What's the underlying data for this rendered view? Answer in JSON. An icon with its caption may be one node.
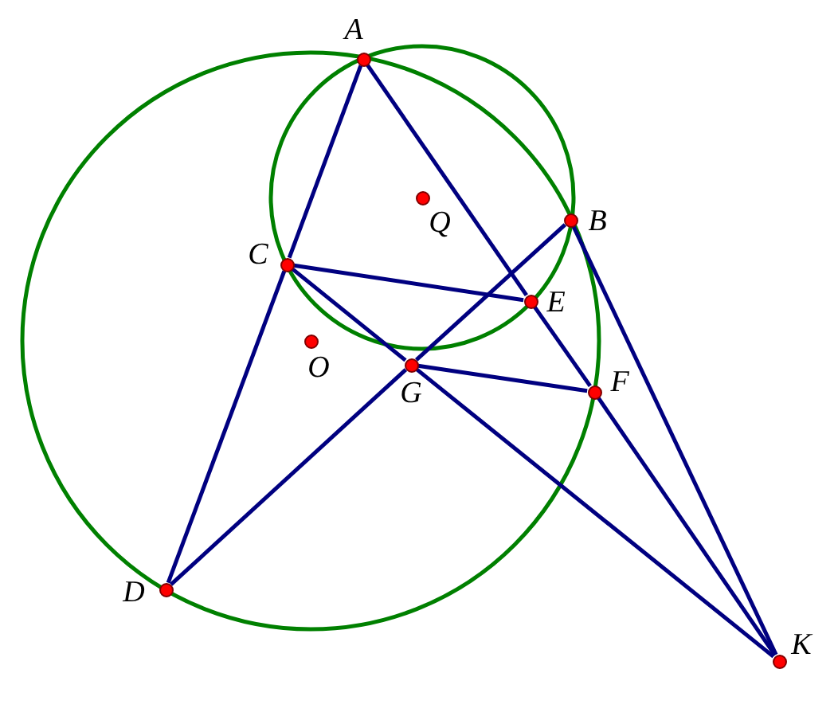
{
  "diagram": {
    "nodes": [
      {
        "text": [],
        "shape": "circle"
      },
      {
        "text": [],
        "shape": "circle"
      },
      {
        "text": [],
        "shape": "circle"
      },
      {
        "text": [],
        "shape": "circle"
      },
      {
        "text": [],
        "shape": "circle"
      },
      {
        "text": [],
        "shape": "circle"
      },
      {
        "text": [],
        "shape": "circle"
      },
      {
        "text": [],
        "shape": "circle"
      },
      {
        "text": [],
        "shape": "circle"
      },
      {
        "text": [],
        "shape": "circle"
      }
    ],
    "edges": [
      {
        "from": 0,
        "to": 3,
        "arrow": "none"
      },
      {
        "from": 3,
        "to": 8,
        "arrow": "none"
      },
      {
        "from": 0,
        "to": 4,
        "arrow": "none"
      },
      {
        "from": 4,
        "to": 7,
        "arrow": "none"
      },
      {
        "from": 7,
        "to": 9,
        "arrow": "none"
      },
      {
        "from": 2,
        "to": 9,
        "arrow": "none"
      },
      {
        "from": 3,
        "to": 4,
        "arrow": "none"
      },
      {
        "from": 3,
        "to": 6,
        "arrow": "none"
      },
      {
        "from": 6,
        "to": 9,
        "arrow": "none"
      },
      {
        "from": 8,
        "to": 6,
        "arrow": "none"
      },
      {
        "from": 6,
        "to": 2,
        "arrow": "none"
      },
      {
        "from": 6,
        "to": 7,
        "arrow": "none"
      }
    ],
    "labels": [
      "A",
      "Q",
      "B",
      "C",
      "E",
      "O",
      "G",
      "F",
      "D",
      "K"
    ]
  }
}
